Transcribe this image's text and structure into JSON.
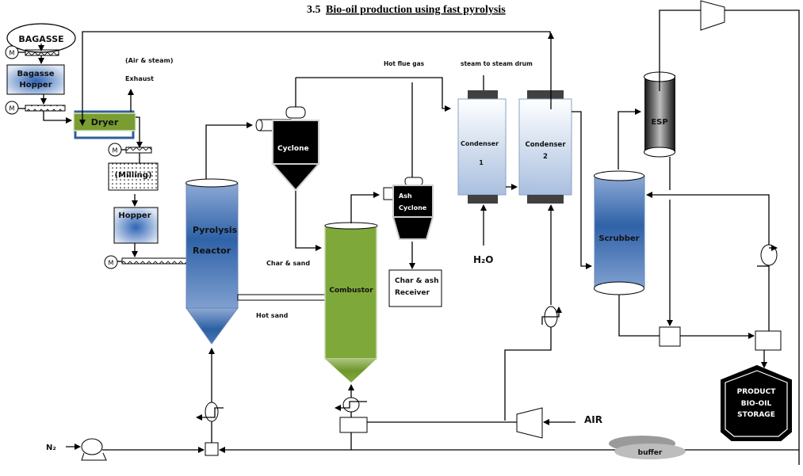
{
  "title": {
    "number": "3.5",
    "text": "Bio-oil production using fast pyrolysis"
  },
  "equipment": {
    "bagasse": "BAGASSE",
    "bagasse_hopper": [
      "Bagasse",
      "Hopper"
    ],
    "dryer": "Dryer",
    "milling": "(Milling)",
    "hopper": "Hopper",
    "pyrolysis_reactor": [
      "Pyrolysis",
      "Reactor"
    ],
    "cyclone": "Cyclone",
    "combustor": "Combustor",
    "ash_cyclone": [
      "Ash",
      "Cyclone"
    ],
    "char_ash_receiver": [
      "Char & ash",
      "Receiver"
    ],
    "condenser1": [
      "Condenser",
      "1"
    ],
    "condenser2": [
      "Condenser",
      "2"
    ],
    "scrubber": "Scrubber",
    "esp": "ESP",
    "storage": [
      "PRODUCT",
      "BIO-OIL",
      "STORAGE"
    ],
    "buffer": "buffer",
    "motor": "M"
  },
  "streams": {
    "air_steam": "(Air & steam)",
    "exhaust": "Exhaust",
    "hot_flue_gas": "Hot flue gas",
    "steam_to_drum": "steam to steam drum",
    "char_sand": "Char & sand",
    "hot_sand": "Hot sand",
    "water": "H₂O",
    "air": "AIR",
    "nitrogen": "N₂"
  },
  "colors": {
    "reactor_blue": "#2e63a8",
    "combustor_green": "#7aa23a",
    "condenser_blue": "#b8cce4",
    "black": "#000000"
  }
}
